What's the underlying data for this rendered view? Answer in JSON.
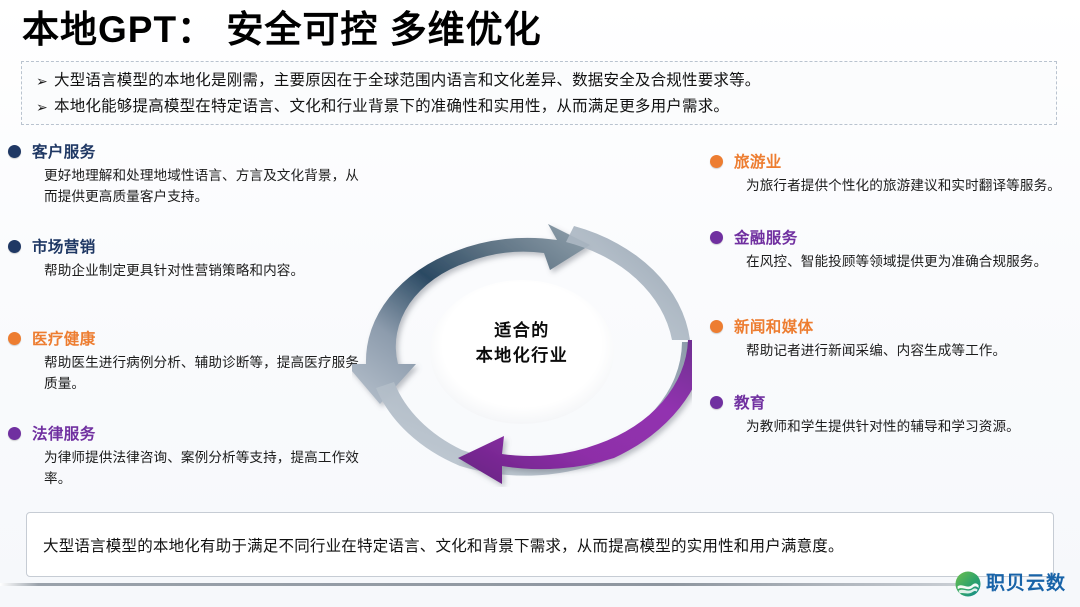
{
  "slide": {
    "title": "本地GPT： 安全可控  多维优化",
    "background_color": "#fafbfd",
    "accent_colors": {
      "navy": "#1f3864",
      "orange": "#ed7d31",
      "purple": "#7030a0",
      "logo_blue": "#1863a8",
      "arrow_gray": "#9aa7b5",
      "arrow_navy": "#2b4a63",
      "arrow_purple": "#8e2fa8"
    }
  },
  "top_box": {
    "bullet_mark": "➢",
    "bullets": [
      "大型语言模型的本地化是刚需，主要原因在于全球范围内语言和文化差异、数据安全及合规性要求等。",
      "本地化能够提高模型在特定语言、文化和行业背景下的准确性和实用性，从而满足更多用户需求。"
    ]
  },
  "left_column": {
    "items": [
      {
        "title": "客户服务",
        "color": "#1f3864",
        "desc": "更好地理解和处理地域性语言、方言及文化背景，从而提供更高质量客户支持。"
      },
      {
        "title": "市场营销",
        "color": "#1f3864",
        "desc": "帮助企业制定更具针对性营销策略和内容。"
      },
      {
        "title": "医疗健康",
        "color": "#ed7d31",
        "desc": "帮助医生进行病例分析、辅助诊断等，提高医疗服务质量。"
      },
      {
        "title": "法律服务",
        "color": "#7030a0",
        "desc": "为律师提供法律咨询、案例分析等支持，提高工作效率。"
      }
    ]
  },
  "right_column": {
    "items": [
      {
        "title": "旅游业",
        "color": "#ed7d31",
        "desc": "为旅行者提供个性化的旅游建议和实时翻译等服务。"
      },
      {
        "title": "金融服务",
        "color": "#7030a0",
        "desc": "在风控、智能投顾等领域提供更为准确合规服务。"
      },
      {
        "title": "新闻和媒体",
        "color": "#ed7d31",
        "desc": "帮助记者进行新闻采编、内容生成等工作。"
      },
      {
        "title": "教育",
        "color": "#7030a0",
        "desc": "为教师和学生提供针对性的辅导和学习资源。"
      }
    ]
  },
  "cycle_diagram": {
    "center_label_line1": "适合的",
    "center_label_line2": "本地化行业",
    "arrows": [
      {
        "name": "gray-navy-arrow",
        "direction": "clockwise-upper-left"
      },
      {
        "name": "purple-arrow",
        "direction": "counterclockwise-lower-right"
      }
    ]
  },
  "bottom_box": {
    "text": "大型语言模型的本地化有助于满足不同行业在特定语言、文化和背景下需求，从而提高模型的实用性和用户满意度。"
  },
  "logo": {
    "text": "职贝云数",
    "mark": "wave-circle-icon"
  }
}
